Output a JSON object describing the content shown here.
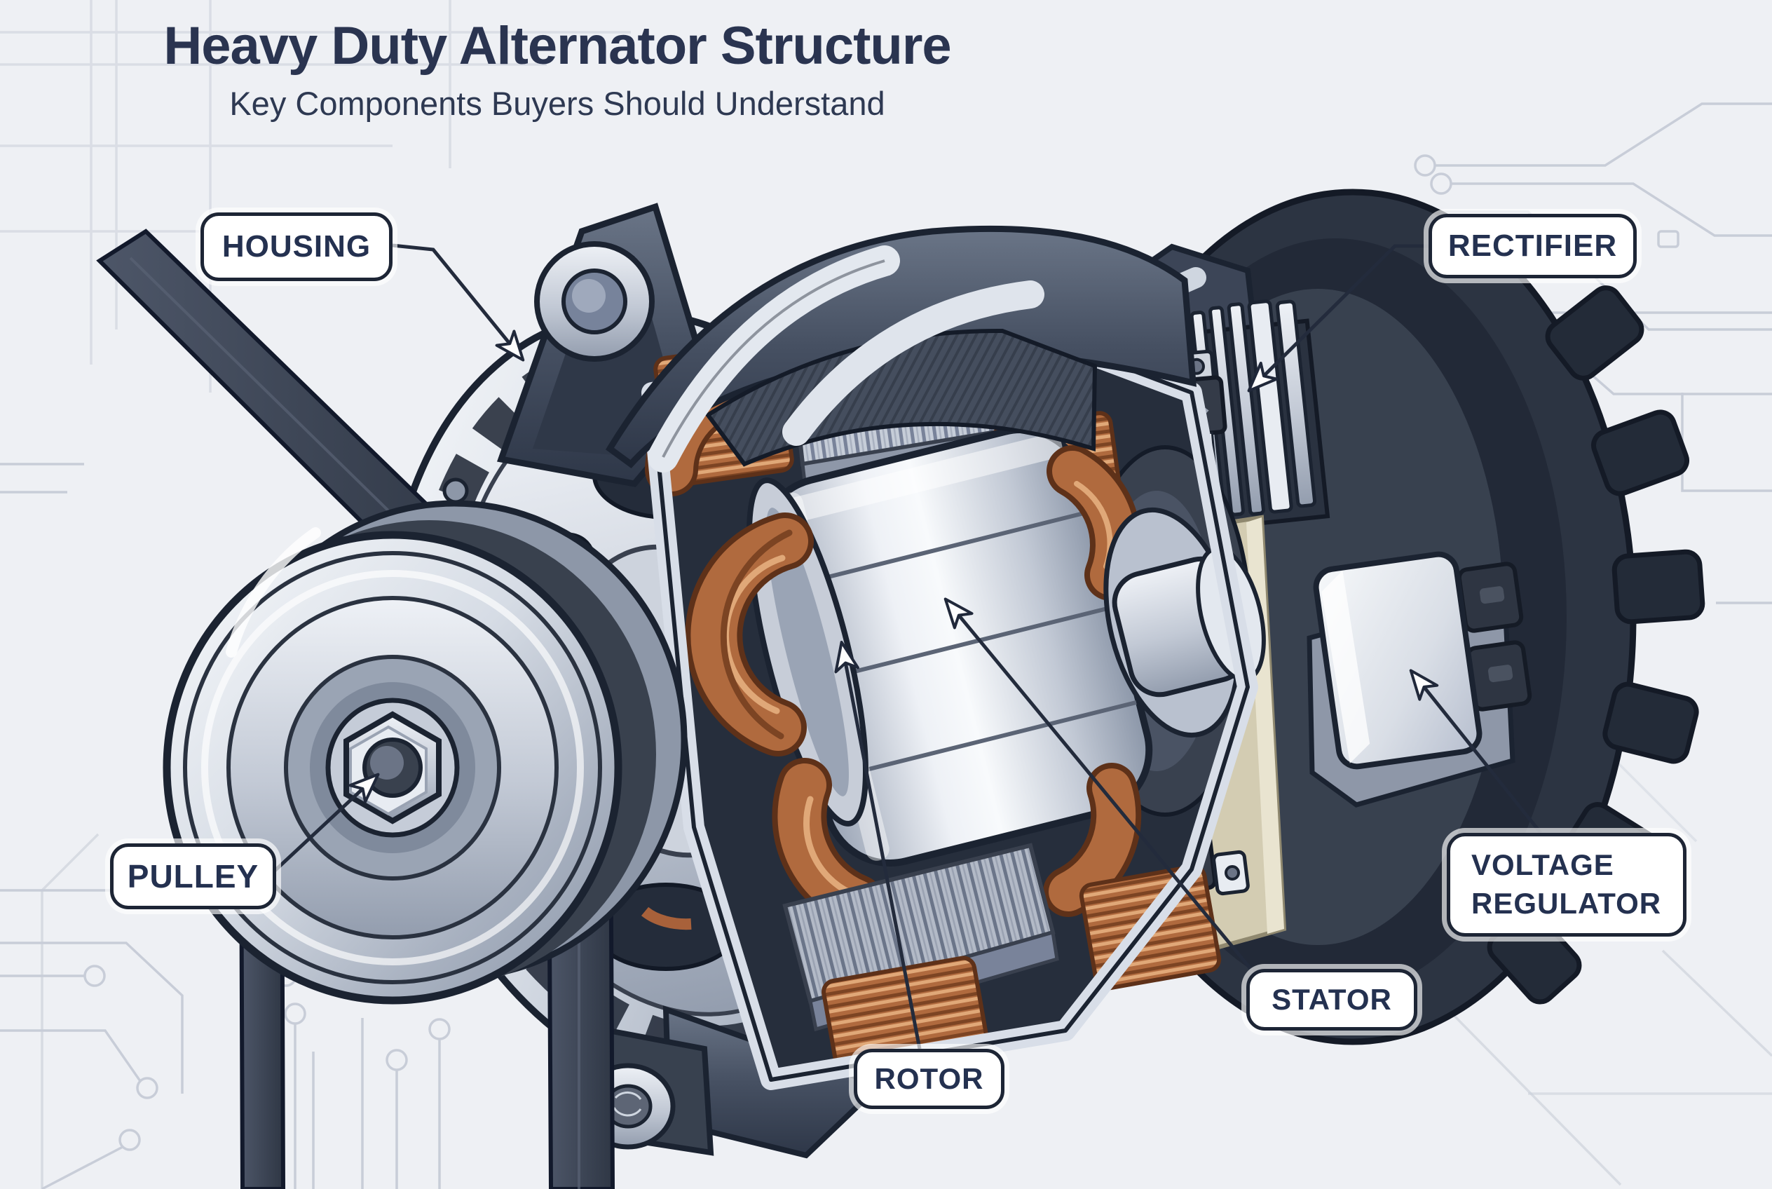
{
  "header": {
    "title": "Heavy Duty Alternator Structure",
    "subtitle": "Key Components Buyers Should Understand"
  },
  "labels": {
    "housing": "HOUSING",
    "rectifier": "RECTIFIER",
    "pulley": "PULLEY",
    "voltage_regulator": "VOLTAGE REGULATOR",
    "stator": "STATOR",
    "rotor": "ROTOR"
  },
  "colors": {
    "background": "#eef0f4",
    "title_text": "#2a3450",
    "label_border": "#1d2535",
    "label_text": "#243150",
    "leader_line": "#232b3c",
    "metal_light": "#f6f8fb",
    "metal_mid": "#c2c9d5",
    "metal_dark": "#8b96a8",
    "steel_dark": "#3c4659",
    "outline": "#1b2331",
    "copper": "#b06a3e",
    "copper_light": "#e0a878",
    "copper_dark": "#7c4423",
    "pcb": "#d3ccb2",
    "rear_cover": "#2c3442",
    "belt": "#39414e",
    "circuit_trace": "#c6cbd6"
  }
}
